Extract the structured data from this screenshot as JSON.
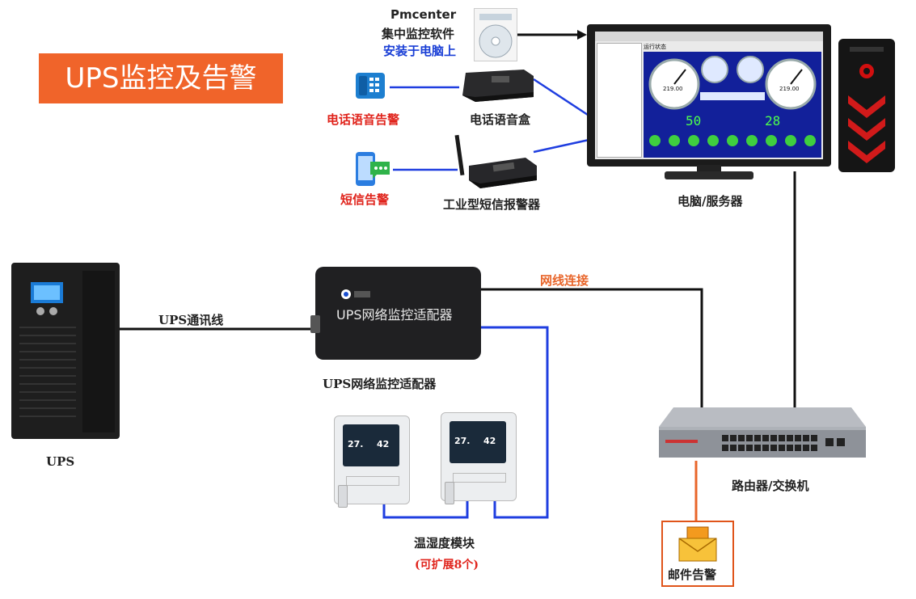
{
  "title": "UPS监控及告警",
  "software": {
    "name": "Pmcenter",
    "line1": "集中监控软件",
    "line2": "安装于电脑上"
  },
  "labels": {
    "phone_alarm": "电话语音告警",
    "phone_box": "电话语音盒",
    "sms_alarm": "短信告警",
    "sms_device": "工业型短信报警器",
    "computer": "电脑/服务器",
    "ups": "UPS",
    "ups_cable": "UPS通讯线",
    "adapter": "UPS网络监控适配器",
    "adapter_panel": "UPS网络监控适配器",
    "network": "网线连接",
    "router": "路由器/交换机",
    "th_module": "温湿度模块",
    "th_expand": "(可扩展8个)",
    "mail_alarm": "邮件告警"
  },
  "screen": {
    "status": "运行状态",
    "gauge_left_value": "219.00",
    "gauge_right_value": "219.00",
    "num_left": "50",
    "num_right": "28"
  },
  "th_display": {
    "temp": "27.",
    "hum": "42"
  },
  "colors": {
    "title_bg": "#f0642a",
    "alarm_red": "#e0231b",
    "install_blue": "#1a3fd6",
    "network_orange": "#e8652a",
    "wire_blue": "#1f3ee0",
    "wire_black": "#111111"
  }
}
